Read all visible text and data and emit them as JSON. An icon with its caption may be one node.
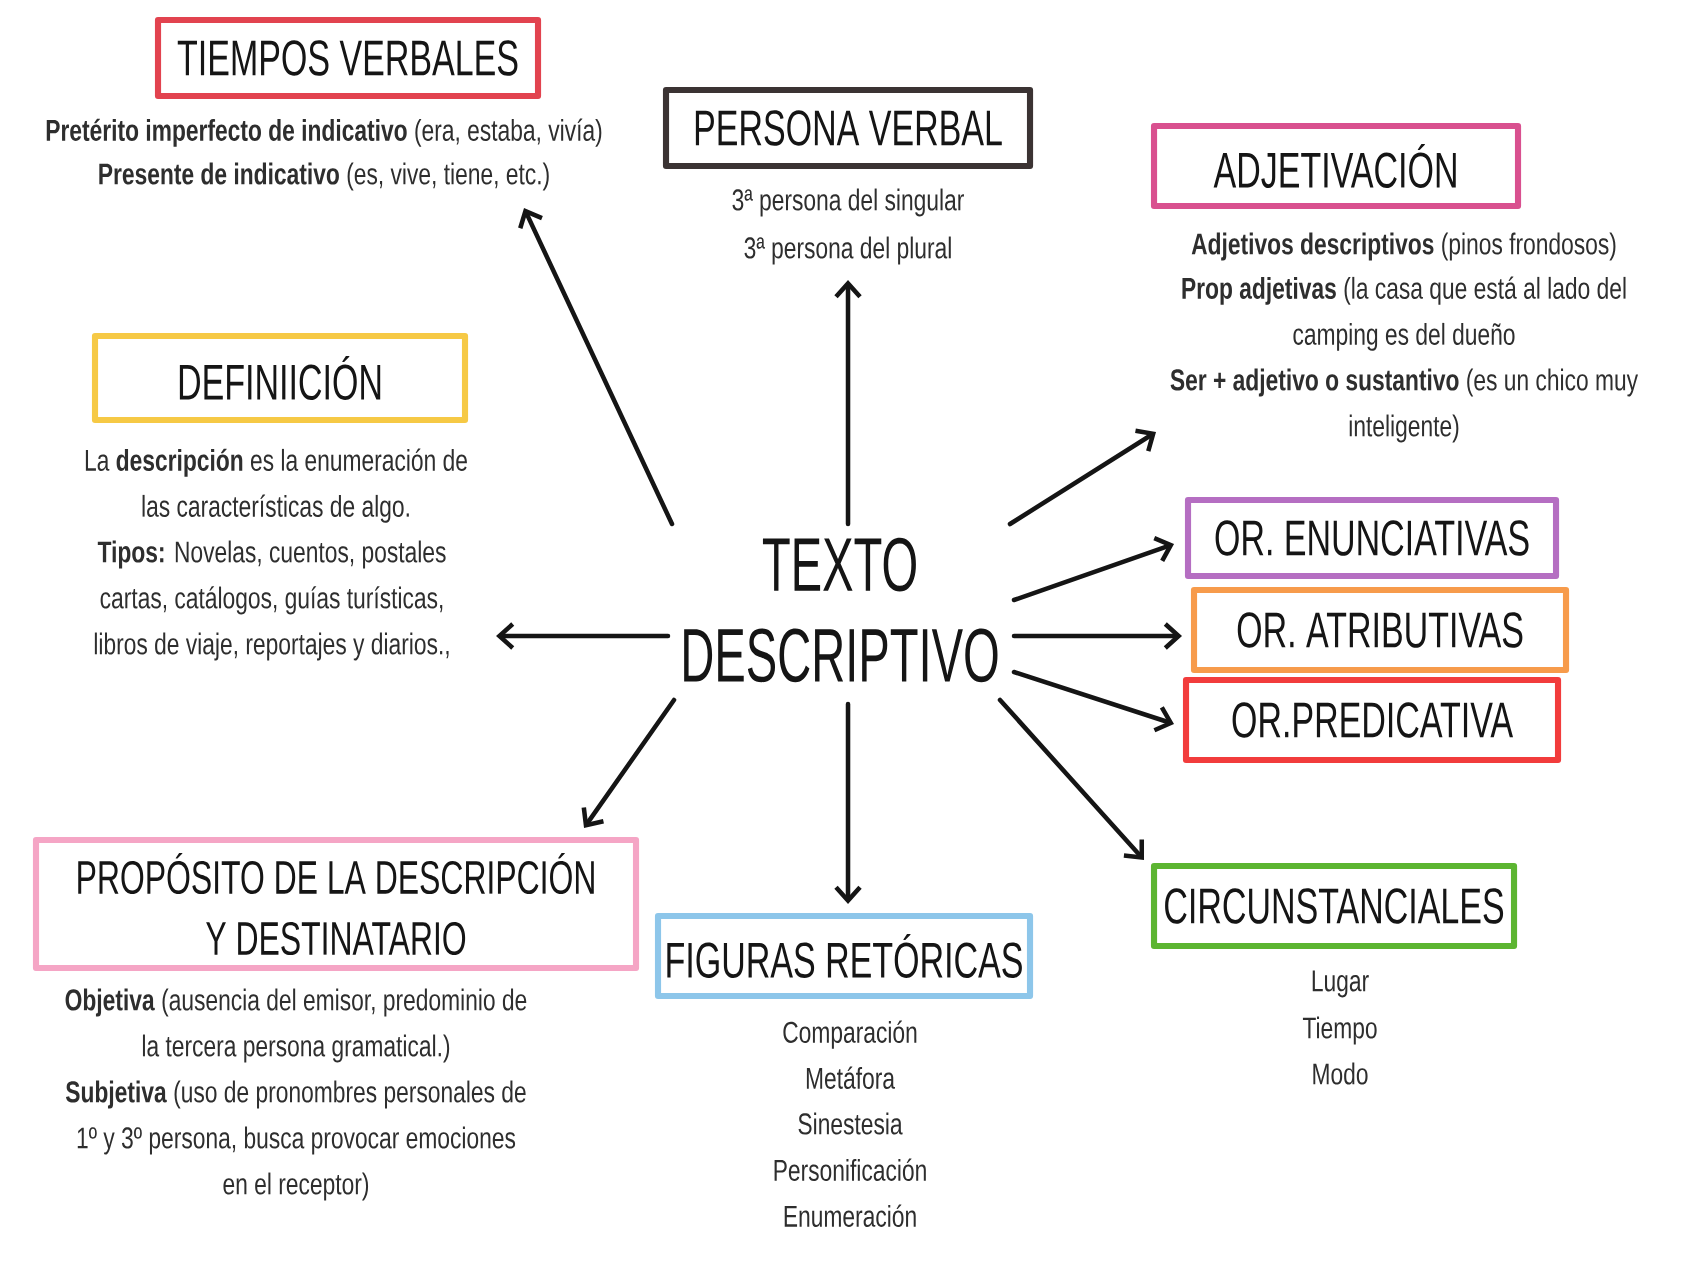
{
  "diagram": {
    "nodes": [
      {
        "text": [
          "TIEMPOS VERBALES"
        ],
        "beside": [
          "**Pretérito imperfecto de indicativo** (era, estaba, vivía)",
          "**Presente de indicativo** (es, vive, tiene, etc.)"
        ]
      },
      {
        "text": [
          "PERSONA VERBAL"
        ],
        "beside": [
          "3ª persona del singular",
          "3ª persona del plural"
        ]
      },
      {
        "text": [
          "ADJETIVACIÓN"
        ],
        "beside": [
          "**Adjetivos descriptivos** (pinos frondosos)",
          "**Prop adjetivas** (la casa que está al lado del camping es del dueño",
          "**Ser + adjetivo o sustantivo** (es un chico muy inteligente)"
        ]
      },
      {
        "text": [
          "DEFINIICIÓN"
        ],
        "beside": [
          "La **descripción** es la enumeración de las características de algo.",
          "**Tipos:** Novelas, cuentos, postales cartas, catálogos, guías turísticas, libros de viaje, reportajes y diarios.,"
        ]
      },
      {
        "text": [
          "TEXTO DESCRIPTIVO"
        ]
      },
      {
        "text": [
          "OR. ENUNCIATIVAS"
        ]
      },
      {
        "text": [
          "OR. ATRIBUTIVAS"
        ]
      },
      {
        "text": [
          "OR.PREDICATIVA"
        ]
      },
      {
        "text": [
          "PROPÓSITO DE LA DESCRIPCIÓN Y DESTINATARIO"
        ],
        "beside": [
          "**Objetiva** (ausencia del emisor, predominio de la tercera persona gramatical.)",
          "**Subjetiva** (uso de pronombres personales de 1º y 3º persona, busca provocar emociones en el receptor)"
        ]
      },
      {
        "text": [
          "FIGURAS RETÓRICAS"
        ],
        "beside": [
          "Comparación",
          "Metáfora",
          "Sinestesia",
          "Personificación",
          "Enumeración"
        ]
      },
      {
        "text": [
          "CIRCUNSTANCIALES"
        ],
        "beside": [
          "Lugar",
          "Tiempo",
          "Modo"
        ]
      }
    ],
    "edges": [
      {
        "from": 4,
        "to": 0,
        "arrow": "to"
      },
      {
        "from": 4,
        "to": 1,
        "arrow": "to"
      },
      {
        "from": 4,
        "to": 2,
        "arrow": "to"
      },
      {
        "from": 4,
        "to": 3,
        "arrow": "to"
      },
      {
        "from": 4,
        "to": 5,
        "arrow": "to"
      },
      {
        "from": 4,
        "to": 6,
        "arrow": "to"
      },
      {
        "from": 4,
        "to": 7,
        "arrow": "to"
      },
      {
        "from": 4,
        "to": 8,
        "arrow": "to"
      },
      {
        "from": 4,
        "to": 9,
        "arrow": "to"
      },
      {
        "from": 4,
        "to": 10,
        "arrow": "to"
      }
    ]
  }
}
